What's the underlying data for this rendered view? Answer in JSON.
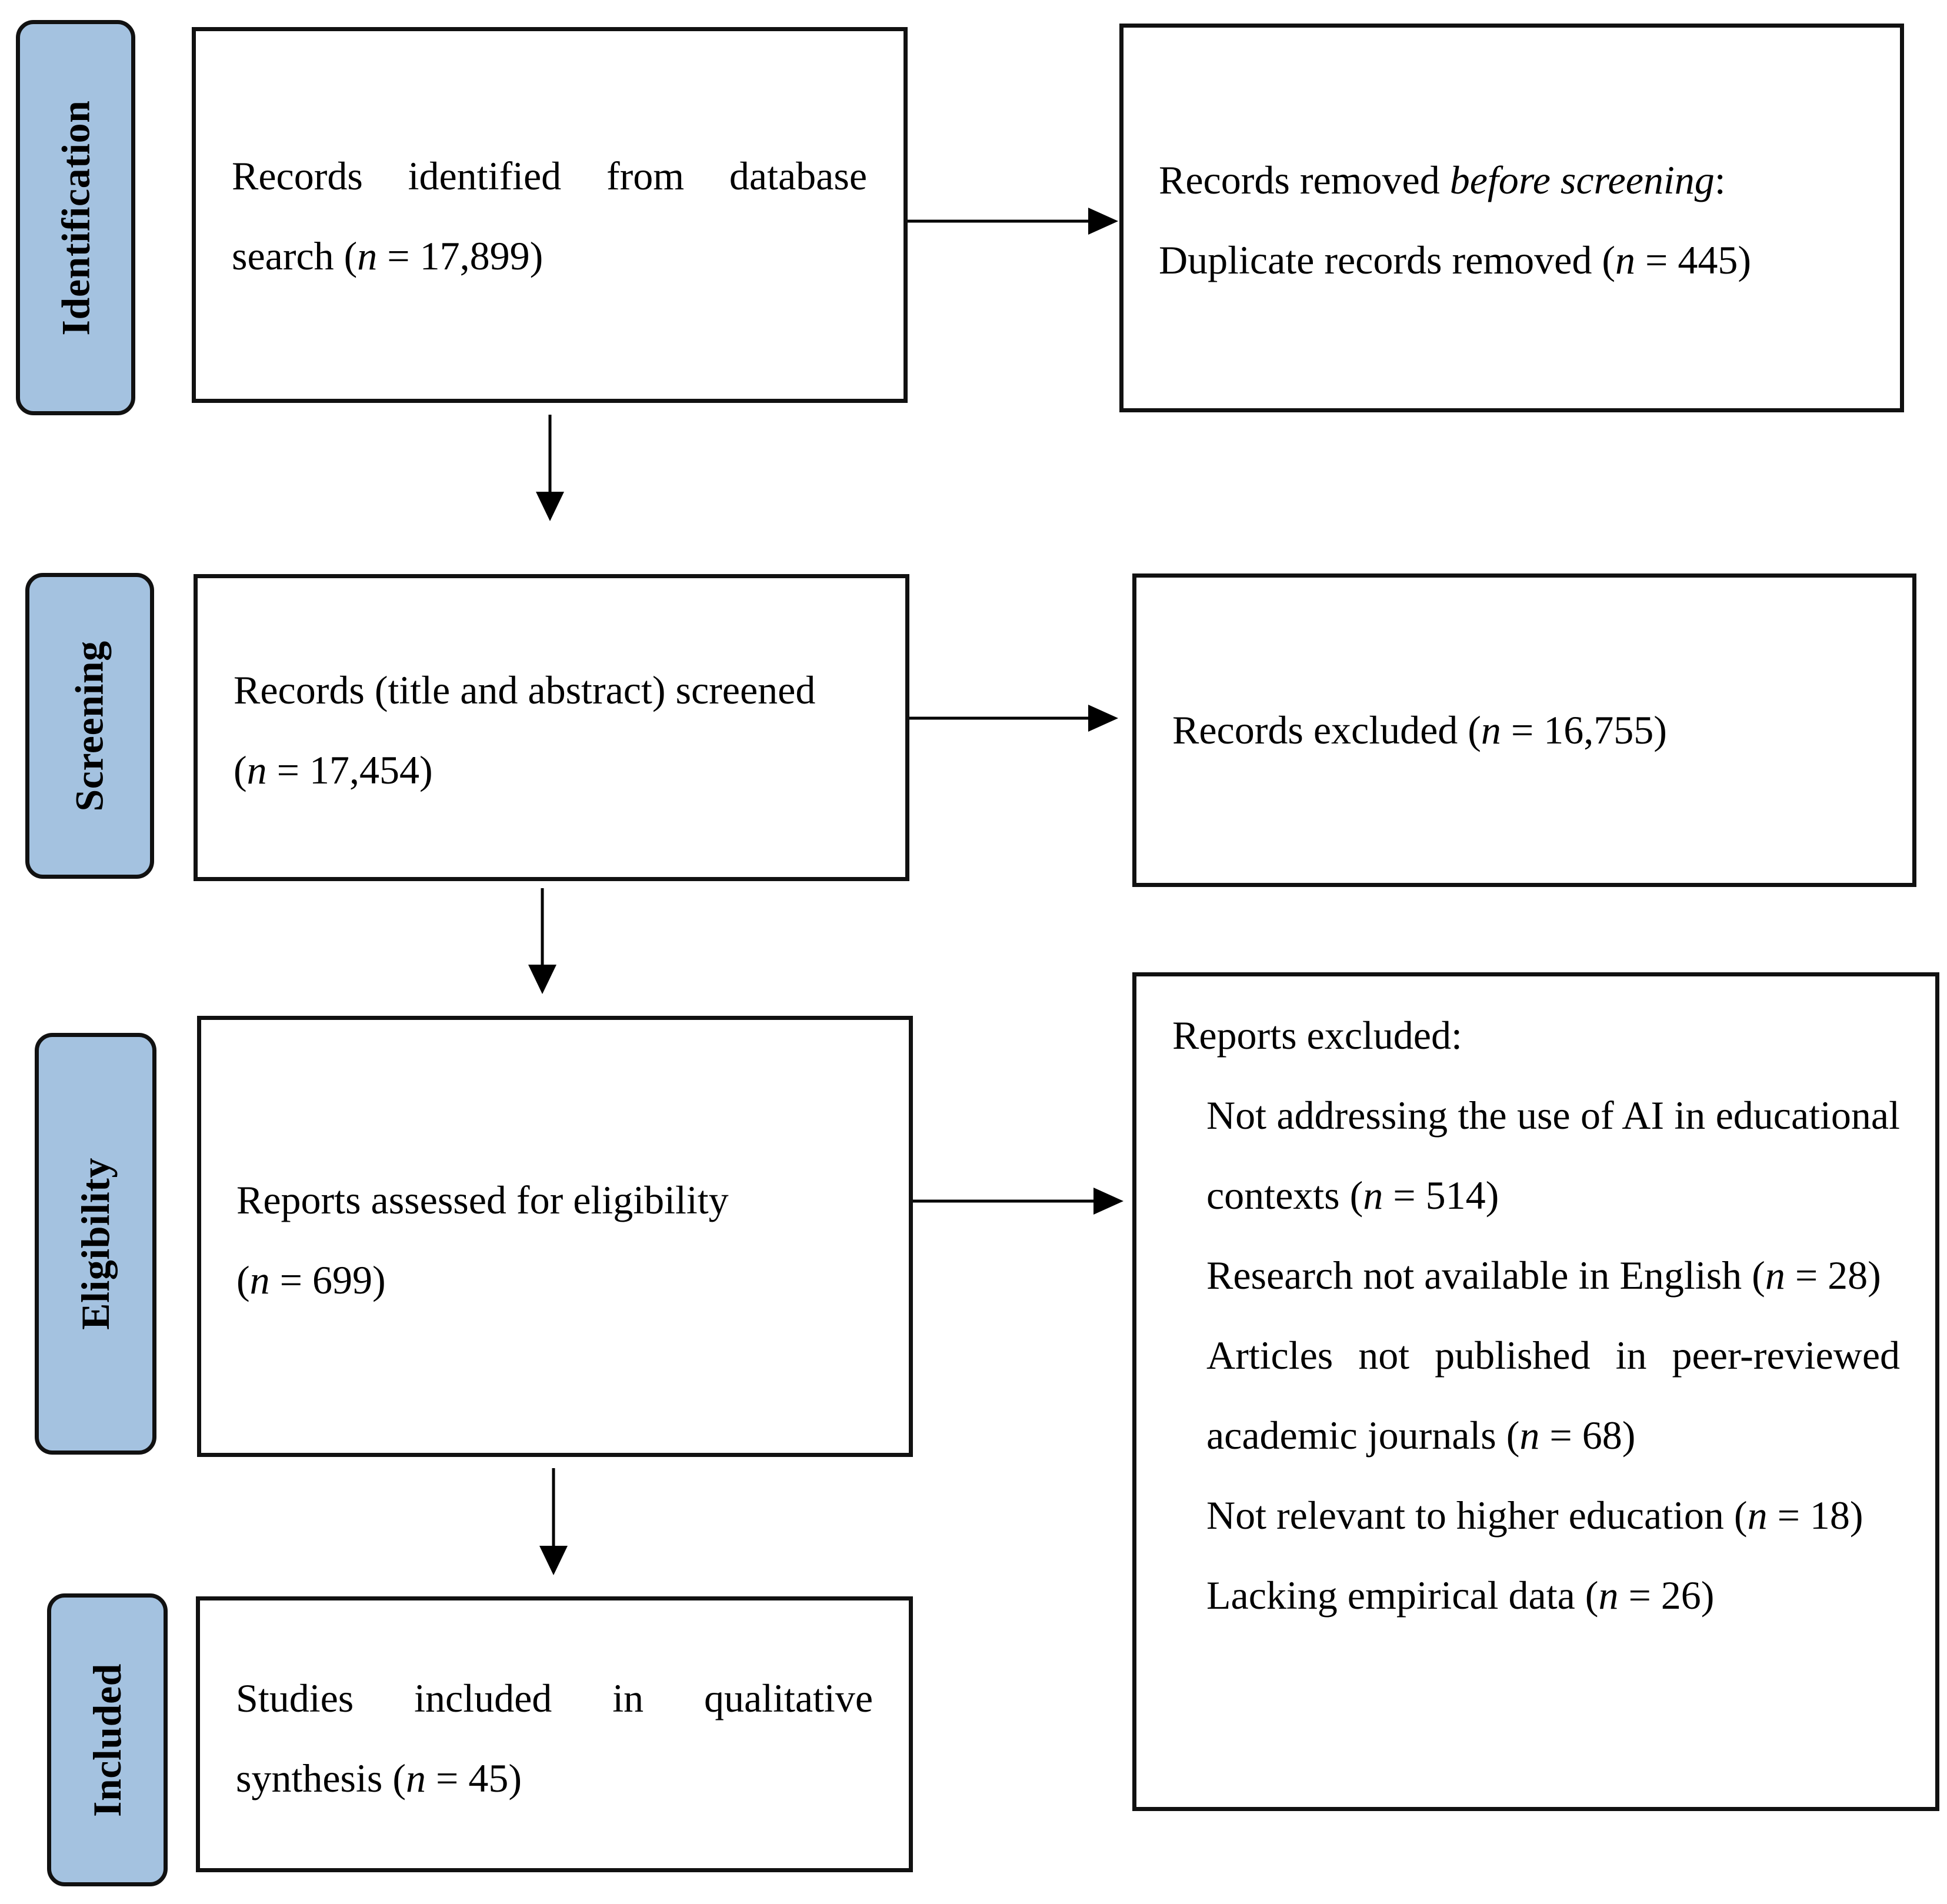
{
  "stages": {
    "identification": "Identification",
    "screening": "Screening",
    "eligibility": "Eligibility",
    "included": "Included"
  },
  "boxes": {
    "records_identified": {
      "line1": "Records identified from database",
      "line2_prefix": "search (",
      "n_symbol": "n",
      "line2_value": " = 17,899)"
    },
    "records_removed": {
      "line1_prefix": "Records removed ",
      "line1_italic": "before screening",
      "line1_suffix": ":",
      "line2_prefix": "Duplicate records removed (",
      "n_symbol": "n",
      "line2_value": " = 445)"
    },
    "records_screened": {
      "line1": "Records (title and abstract) screened",
      "line2_prefix": "(",
      "n_symbol": "n",
      "line2_value": " = 17,454)"
    },
    "records_excluded": {
      "prefix": "Records excluded (",
      "n_symbol": "n",
      "value": " = 16,755)"
    },
    "reports_assessed": {
      "line1": "Reports assessed for eligibility",
      "line2_prefix": "(",
      "n_symbol": "n",
      "line2_value": " = 699)"
    },
    "studies_included": {
      "line1": "Studies included in qualitative",
      "line2_prefix": "synthesis (",
      "n_symbol": "n",
      "line2_value": " = 45)"
    },
    "reports_excluded": {
      "header": "Reports excluded:",
      "n_symbol": "n",
      "items": [
        {
          "text": "Not addressing the use of AI in educational contexts (",
          "value": " = 514)"
        },
        {
          "text": "Research not available in English (",
          "value": " = 28)"
        },
        {
          "text": "Articles not published in peer-reviewed academic journals (",
          "value": " = 68)"
        },
        {
          "text": "Not relevant to higher education (",
          "value": " = 18)"
        },
        {
          "text": "Lacking empirical data (",
          "value": " = 26)"
        }
      ]
    }
  }
}
